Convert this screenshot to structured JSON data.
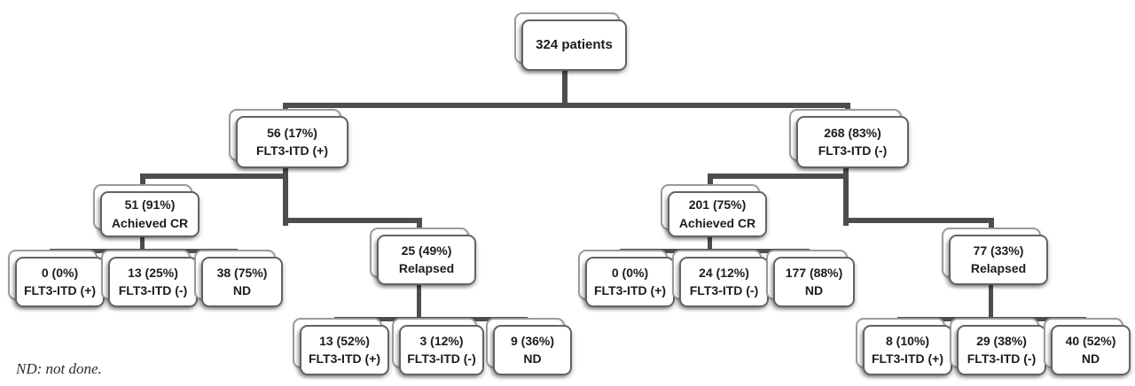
{
  "diagram": {
    "title_semantics": "Patient flow by FLT3-ITD status",
    "footnote": "ND: not done.",
    "colors": {
      "connector": "#4d4d4d",
      "card_border": "#636363",
      "back_card_border": "#9a9a9a",
      "card_background": "#ffffff",
      "text": "#1c1c1c"
    },
    "nodes": [
      {
        "id": "root",
        "line1": "324 patients",
        "line2": "",
        "parent": null
      },
      {
        "id": "flt3-pos",
        "line1": "56 (17%)",
        "line2": "FLT3-ITD (+)",
        "parent": "root"
      },
      {
        "id": "flt3-neg",
        "line1": "268 (83%)",
        "line2": "FLT3-ITD (-)",
        "parent": "root"
      },
      {
        "id": "pos-cr",
        "line1": "51 (91%)",
        "line2": "Achieved CR",
        "parent": "flt3-pos"
      },
      {
        "id": "pos-relapsed",
        "line1": "25 (49%)",
        "line2": "Relapsed",
        "parent": "flt3-pos"
      },
      {
        "id": "neg-cr",
        "line1": "201 (75%)",
        "line2": "Achieved CR",
        "parent": "flt3-neg"
      },
      {
        "id": "neg-relapsed",
        "line1": "77 (33%)",
        "line2": "Relapsed",
        "parent": "flt3-neg"
      },
      {
        "id": "pos-cr-itdpos",
        "line1": "0 (0%)",
        "line2": "FLT3-ITD (+)",
        "parent": "pos-cr"
      },
      {
        "id": "pos-cr-itdneg",
        "line1": "13 (25%)",
        "line2": "FLT3-ITD (-)",
        "parent": "pos-cr"
      },
      {
        "id": "pos-cr-nd",
        "line1": "38 (75%)",
        "line2": "ND",
        "parent": "pos-cr"
      },
      {
        "id": "pos-rel-itdpos",
        "line1": "13 (52%)",
        "line2": "FLT3-ITD (+)",
        "parent": "pos-relapsed"
      },
      {
        "id": "pos-rel-itdneg",
        "line1": "3 (12%)",
        "line2": "FLT3-ITD (-)",
        "parent": "pos-relapsed"
      },
      {
        "id": "pos-rel-nd",
        "line1": "9 (36%)",
        "line2": "ND",
        "parent": "pos-relapsed"
      },
      {
        "id": "neg-cr-itdpos",
        "line1": "0 (0%)",
        "line2": "FLT3-ITD (+)",
        "parent": "neg-cr"
      },
      {
        "id": "neg-cr-itdneg",
        "line1": "24 (12%)",
        "line2": "FLT3-ITD (-)",
        "parent": "neg-cr"
      },
      {
        "id": "neg-cr-nd",
        "line1": "177 (88%)",
        "line2": "ND",
        "parent": "neg-cr"
      },
      {
        "id": "neg-rel-itdpos",
        "line1": "8 (10%)",
        "line2": "FLT3-ITD (+)",
        "parent": "neg-relapsed"
      },
      {
        "id": "neg-rel-itdneg",
        "line1": "29 (38%)",
        "line2": "FLT3-ITD (-)",
        "parent": "neg-relapsed"
      },
      {
        "id": "neg-rel-nd",
        "line1": "40 (52%)",
        "line2": "ND",
        "parent": "neg-relapsed"
      }
    ]
  }
}
